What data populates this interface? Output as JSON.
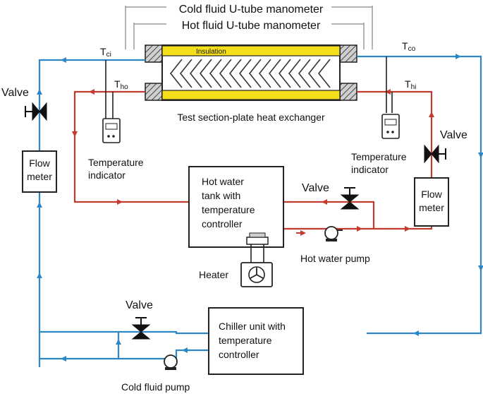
{
  "labels": {
    "cold_manometer": "Cold fluid U-tube manometer",
    "hot_manometer": "Hot fluid U-tube manometer",
    "insulation": "Insulation",
    "test_section": "Test section-plate heat exchanger",
    "t_ci": "T",
    "t_ci_sub": "ci",
    "t_ho": "T",
    "t_ho_sub": "ho",
    "t_co": "T",
    "t_co_sub": "co",
    "t_hi": "T",
    "t_hi_sub": "hi",
    "valve_left": "Valve",
    "valve_right": "Valve",
    "valve_hot": "Valve",
    "valve_bottom": "Valve",
    "flow_meter_left_1": "Flow",
    "flow_meter_left_2": "meter",
    "flow_meter_right_1": "Flow",
    "flow_meter_right_2": "meter",
    "temp_ind_left_1": "Temperature",
    "temp_ind_left_2": "indicator",
    "temp_ind_right_1": "Temperature",
    "temp_ind_right_2": "indicator",
    "hot_tank_1": "Hot water",
    "hot_tank_2": "tank with",
    "hot_tank_3": "temperature",
    "hot_tank_4": "controller",
    "hot_pump": "Hot water pump",
    "heater": "Heater",
    "chiller_1": "Chiller unit with",
    "chiller_2": "temperature",
    "chiller_3": "controller",
    "cold_pump": "Cold fluid pump"
  },
  "colors": {
    "cold_line": "#2f86c4",
    "hot_line": "#c43a2e",
    "insulation": "#f5df1a"
  }
}
